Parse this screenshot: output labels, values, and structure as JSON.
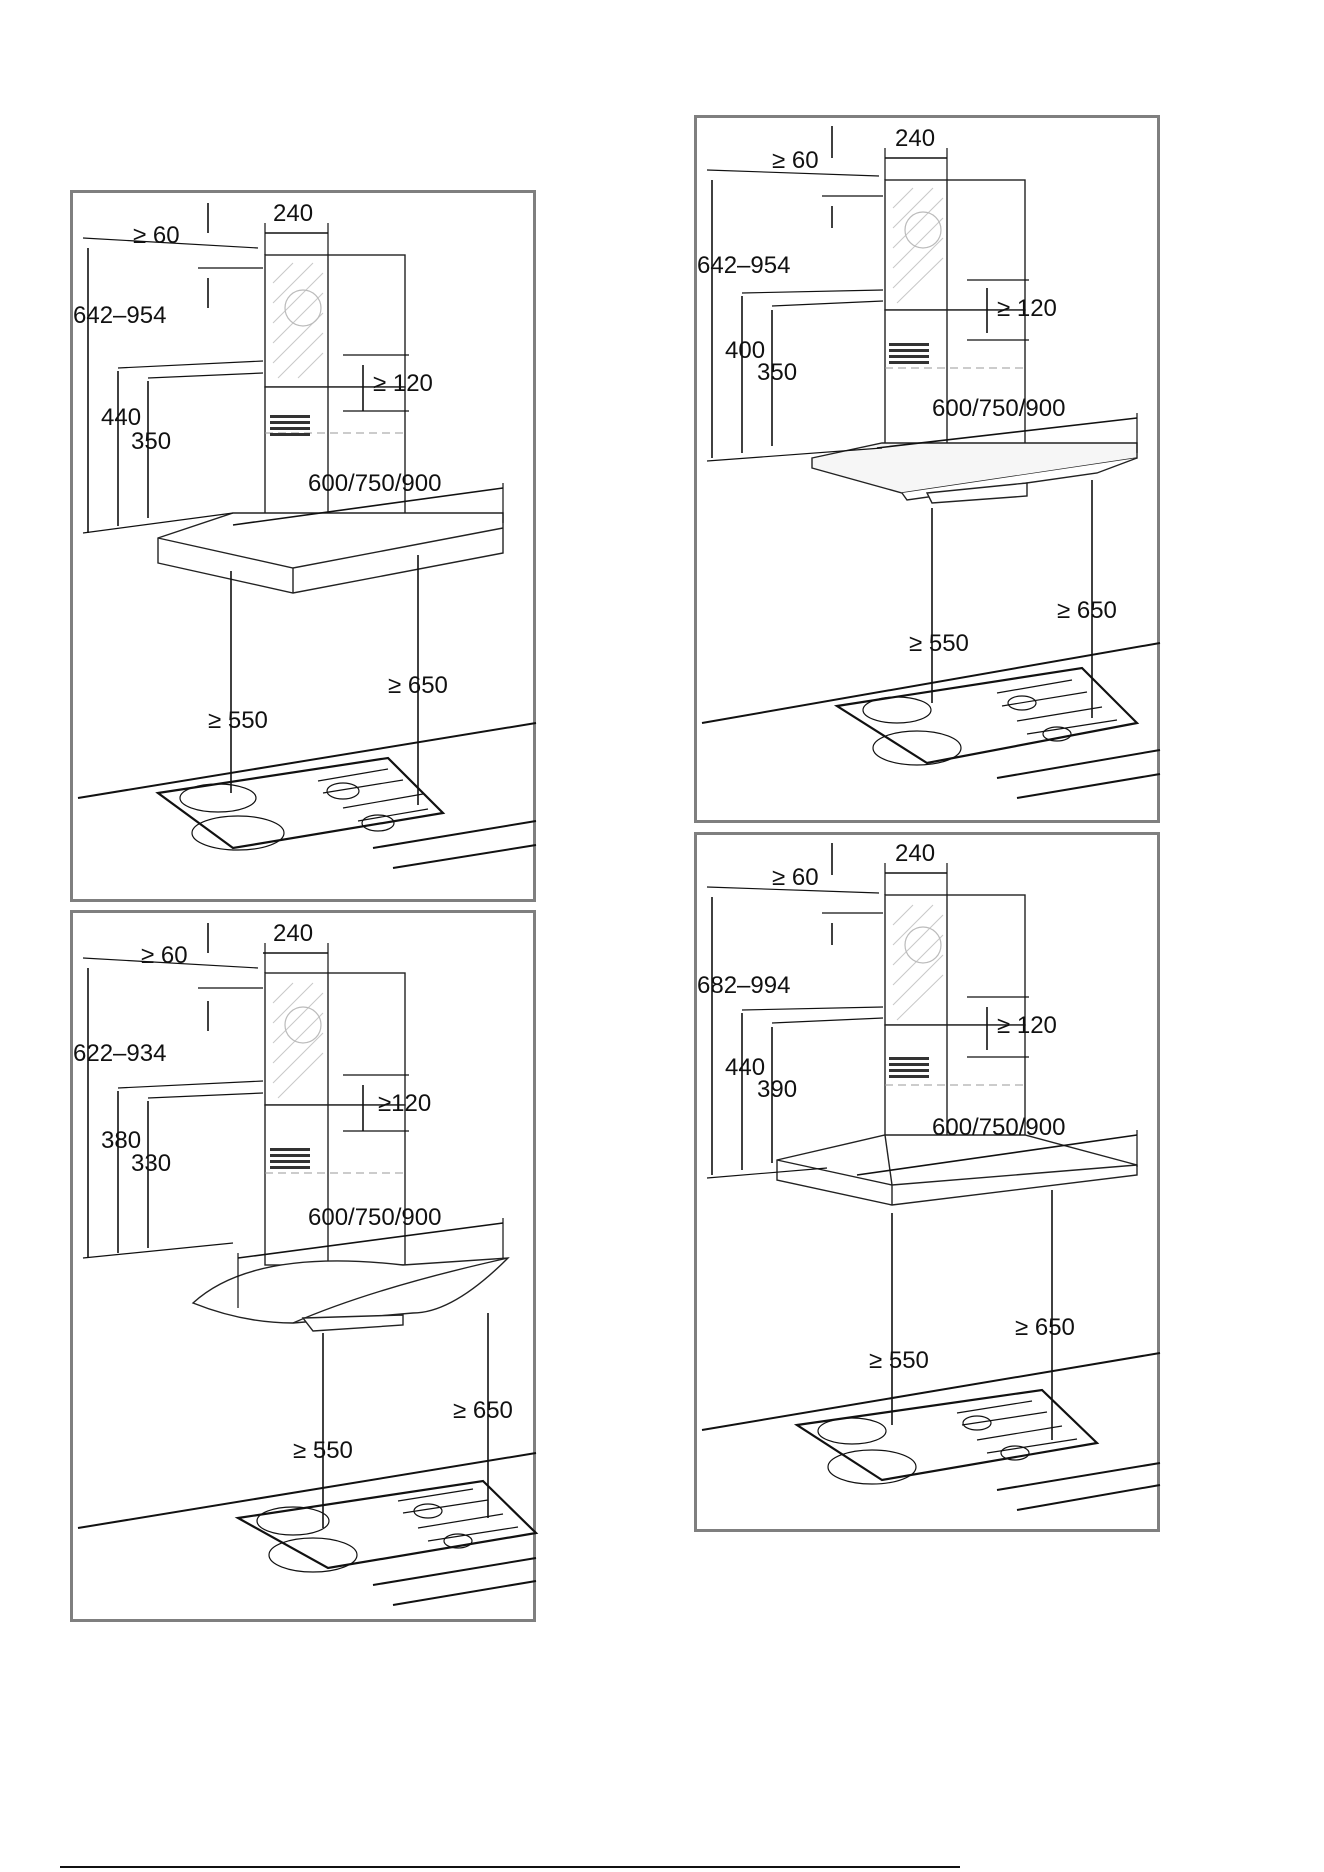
{
  "panels": [
    {
      "id": "hood-box-chimney",
      "top_width": "240",
      "top_gap": "≥ 60",
      "total_height": "642–954",
      "lower_height": "440",
      "inner_height": "350",
      "overlap": "≥ 120",
      "hood_widths": "600/750/900",
      "min_above_electric": "≥ 550",
      "min_above_gas": "≥ 650"
    },
    {
      "id": "hood-curved-glass",
      "top_width": "240",
      "top_gap": "≥ 60",
      "total_height": "622–934",
      "lower_height": "380",
      "inner_height": "330",
      "overlap": "≥120",
      "hood_widths": "600/750/900",
      "min_above_electric": "≥ 550",
      "min_above_gas": "≥ 650"
    },
    {
      "id": "hood-flat-glass",
      "top_width": "240",
      "top_gap": "≥ 60",
      "total_height": "642–954",
      "lower_height": "400",
      "inner_height": "350",
      "overlap": "≥ 120",
      "hood_widths": "600/750/900",
      "min_above_electric": "≥ 550",
      "min_above_gas": "≥ 650"
    },
    {
      "id": "hood-pyramid",
      "top_width": "240",
      "top_gap": "≥ 60",
      "total_height": "682–994",
      "lower_height": "440",
      "inner_height": "390",
      "overlap": "≥ 120",
      "hood_widths": "600/750/900",
      "min_above_electric": "≥ 550",
      "min_above_gas": "≥ 650"
    }
  ]
}
